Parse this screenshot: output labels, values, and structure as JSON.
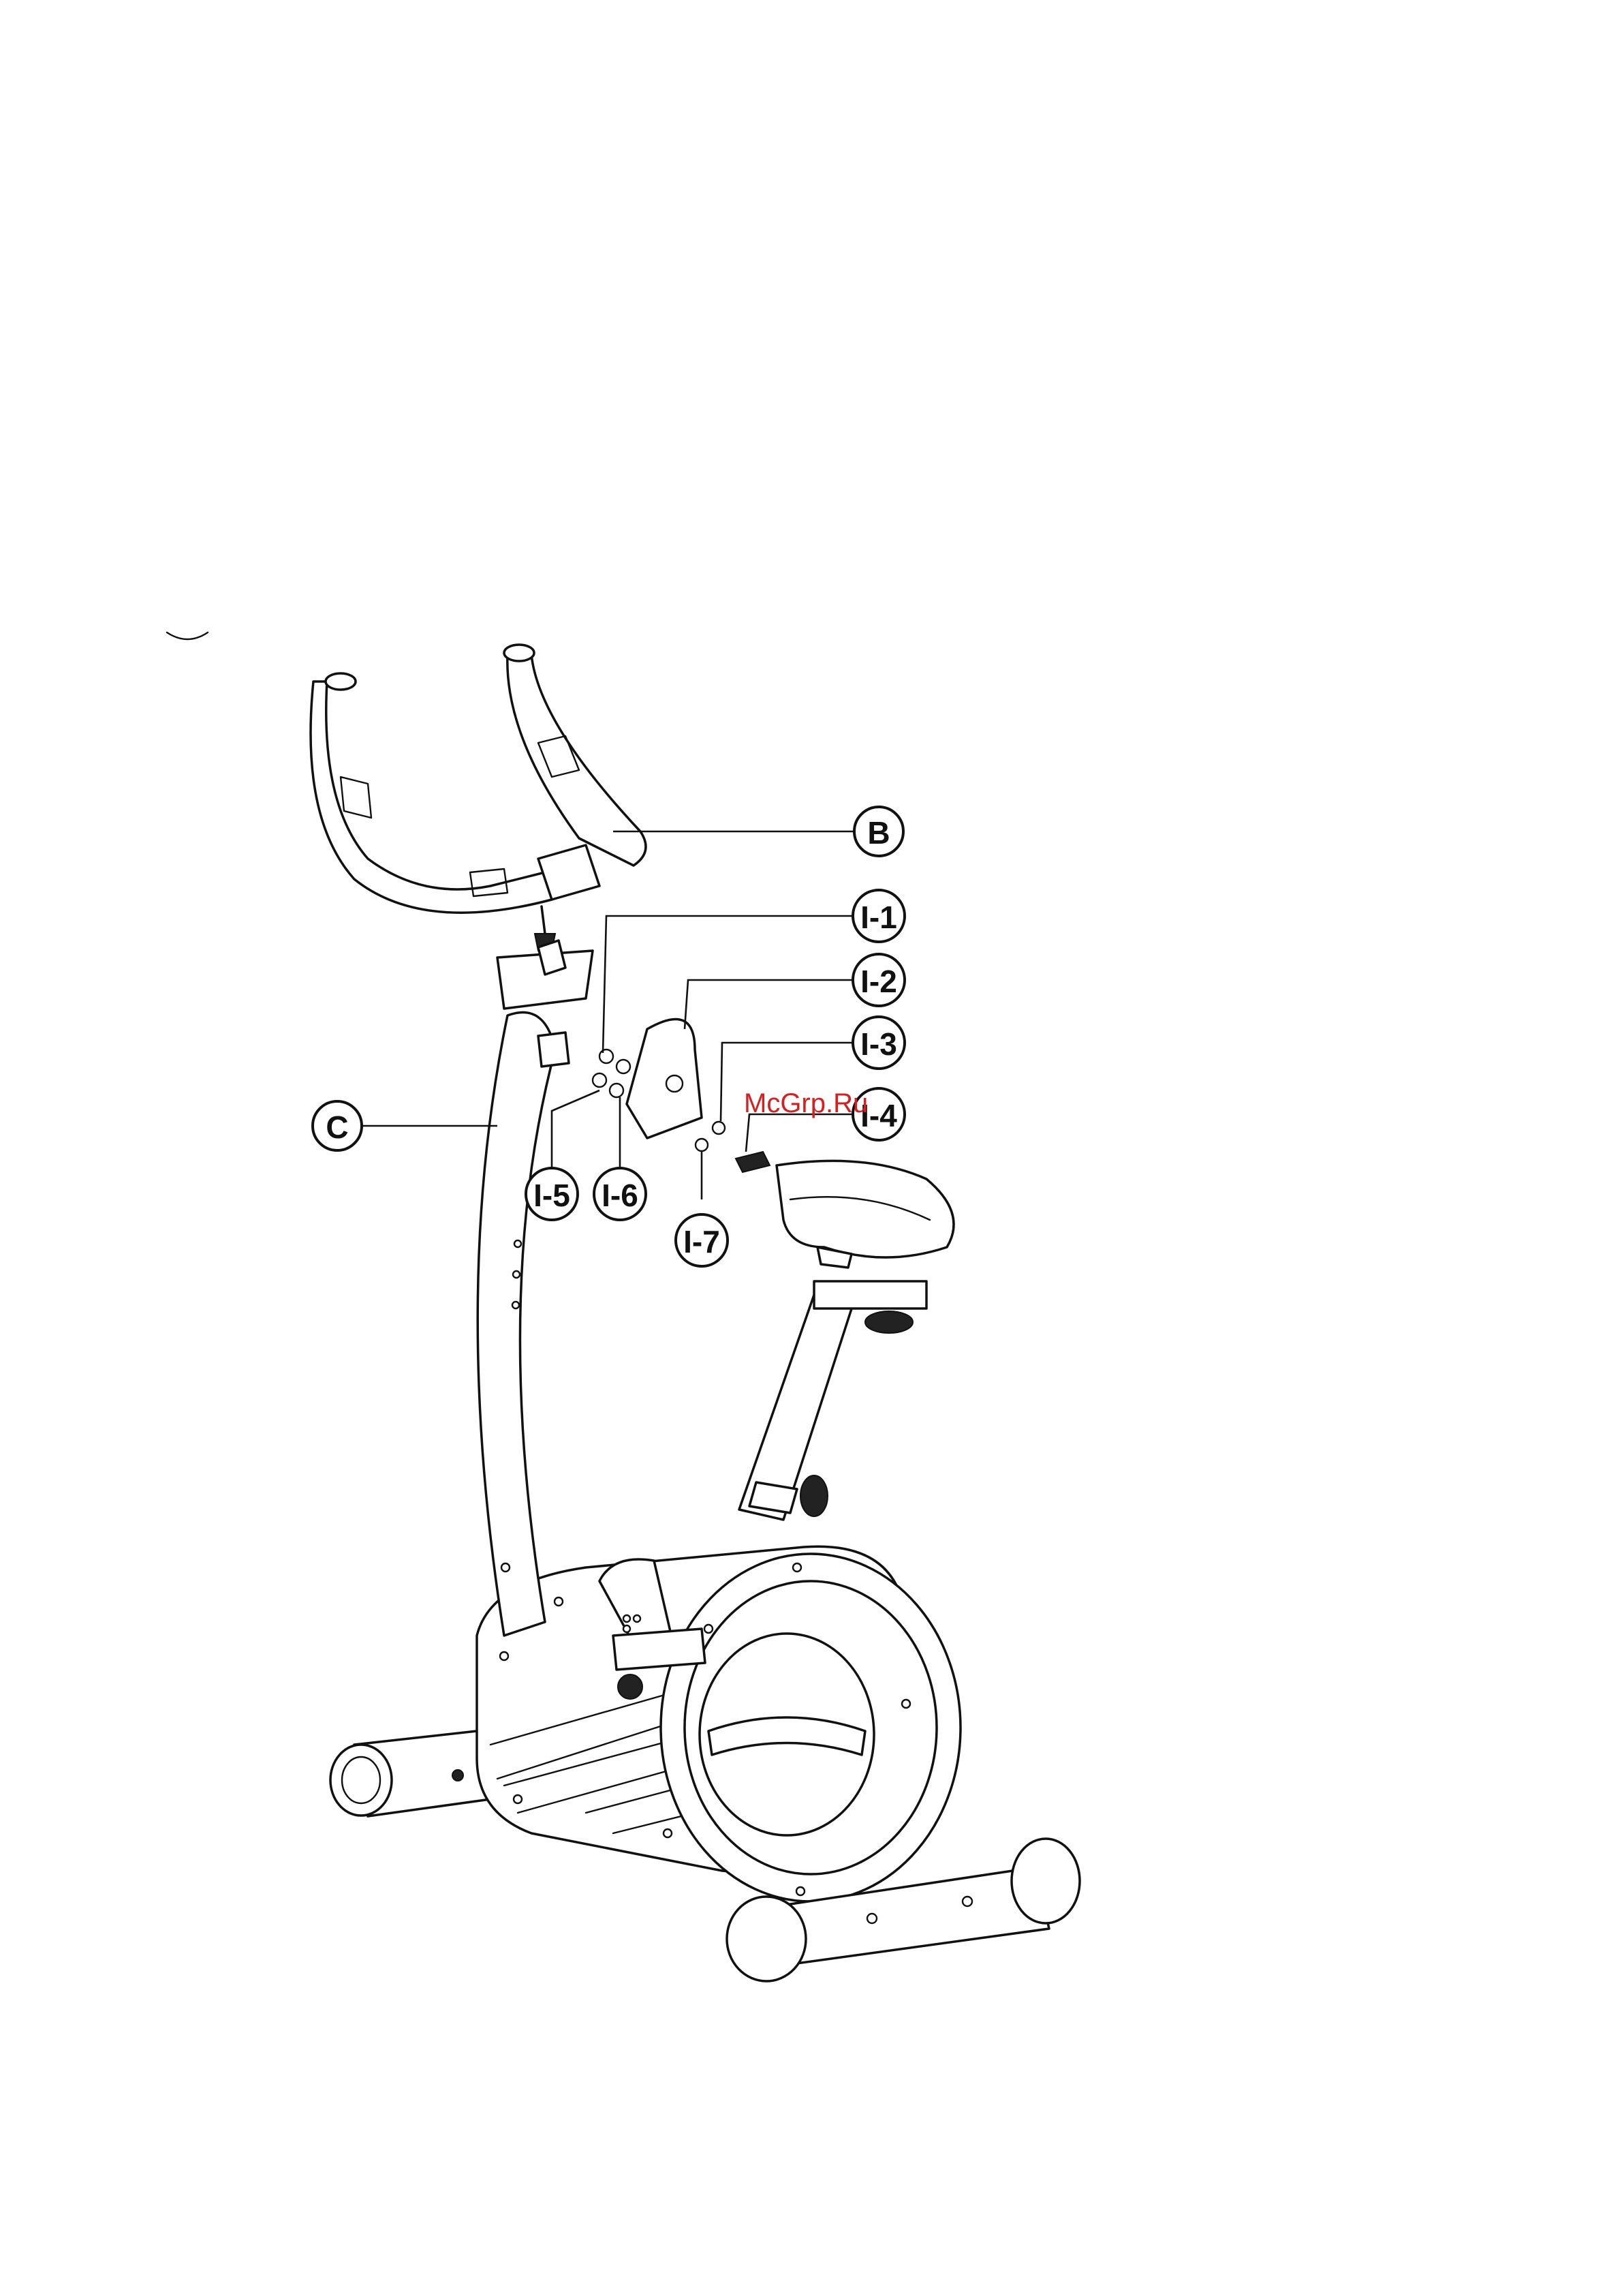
{
  "callouts": {
    "B": "B",
    "C": "C",
    "I1": "I-1",
    "I2": "I-2",
    "I3": "I-3",
    "I4": "I-4",
    "I5": "I-5",
    "I6": "I-6",
    "I7": "I-7"
  },
  "watermark": {
    "text": "McGrp.Ru",
    "color": "#d42020"
  },
  "colors": {
    "ink": "#111111",
    "background": "#ffffff"
  }
}
